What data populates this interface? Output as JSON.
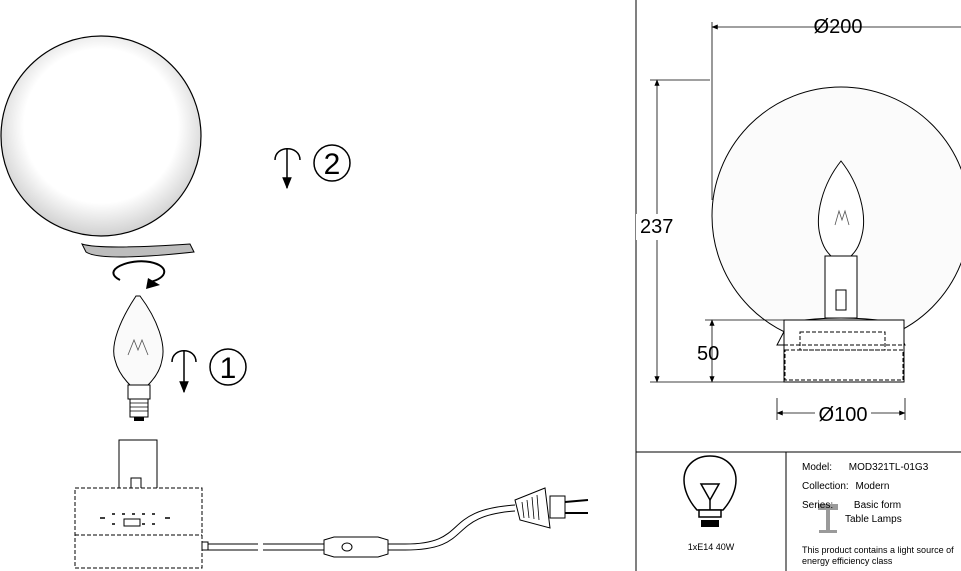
{
  "assembly": {
    "step_1": "1",
    "step_2": "2"
  },
  "dimensions": {
    "width_top": "Ø200",
    "height_total": "237",
    "height_base": "50",
    "width_base": "Ø100"
  },
  "spec": {
    "bulb": "1xE14 40W",
    "model_label": "Model:",
    "model_value": "MOD321TL-01G3",
    "collection_label": "Collection:",
    "collection_value": "Modern",
    "series_label": "Series:",
    "series_value": "Basic form",
    "type_value": "Table Lamps",
    "energy_note_line1": "This product contains a light source of",
    "energy_note_line2": "energy efficiency class"
  },
  "icons": [
    "rotate-arrow-icon",
    "screw-down-icon",
    "bulb-icon",
    "table-lamp-icon",
    "plug-icon",
    "switch-icon"
  ]
}
